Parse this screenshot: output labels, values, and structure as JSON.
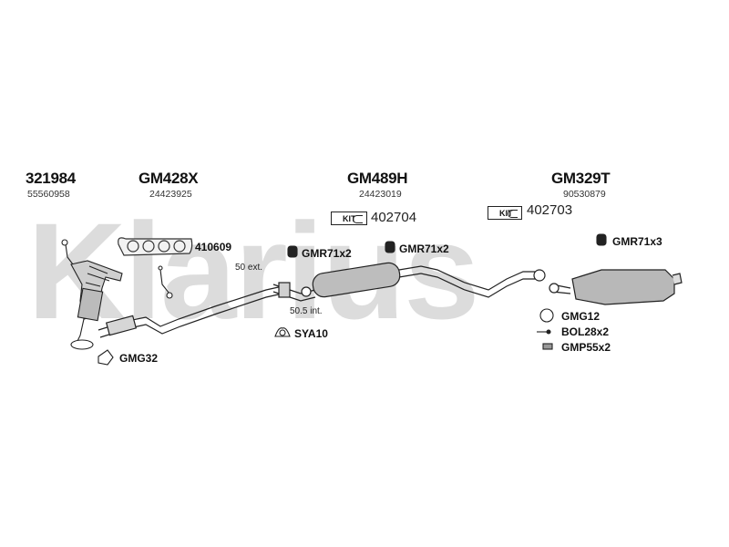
{
  "watermark": "Klarius",
  "groups": [
    {
      "code": "321984",
      "oem": "55560958"
    },
    {
      "code": "GM428X",
      "oem": "24423925"
    },
    {
      "code": "GM489H",
      "oem": "24423019"
    },
    {
      "code": "GM329T",
      "oem": "90530879"
    }
  ],
  "kits": [
    {
      "label": "KIT",
      "number": "402704"
    },
    {
      "label": "KIT",
      "number": "402703"
    }
  ],
  "parts": {
    "gasket": "410609",
    "mount_1": "GMR71x2",
    "mount_2": "GMR71x2",
    "mount_3": "GMR71x3",
    "clamp": "SYA10",
    "gasket_front": "GMG32",
    "gasket_rear": "GMG12",
    "bolt": "BOL28x2",
    "pipe_clamp": "GMP55x2"
  },
  "notes": {
    "ext": "50 ext.",
    "int": "50.5 int."
  }
}
